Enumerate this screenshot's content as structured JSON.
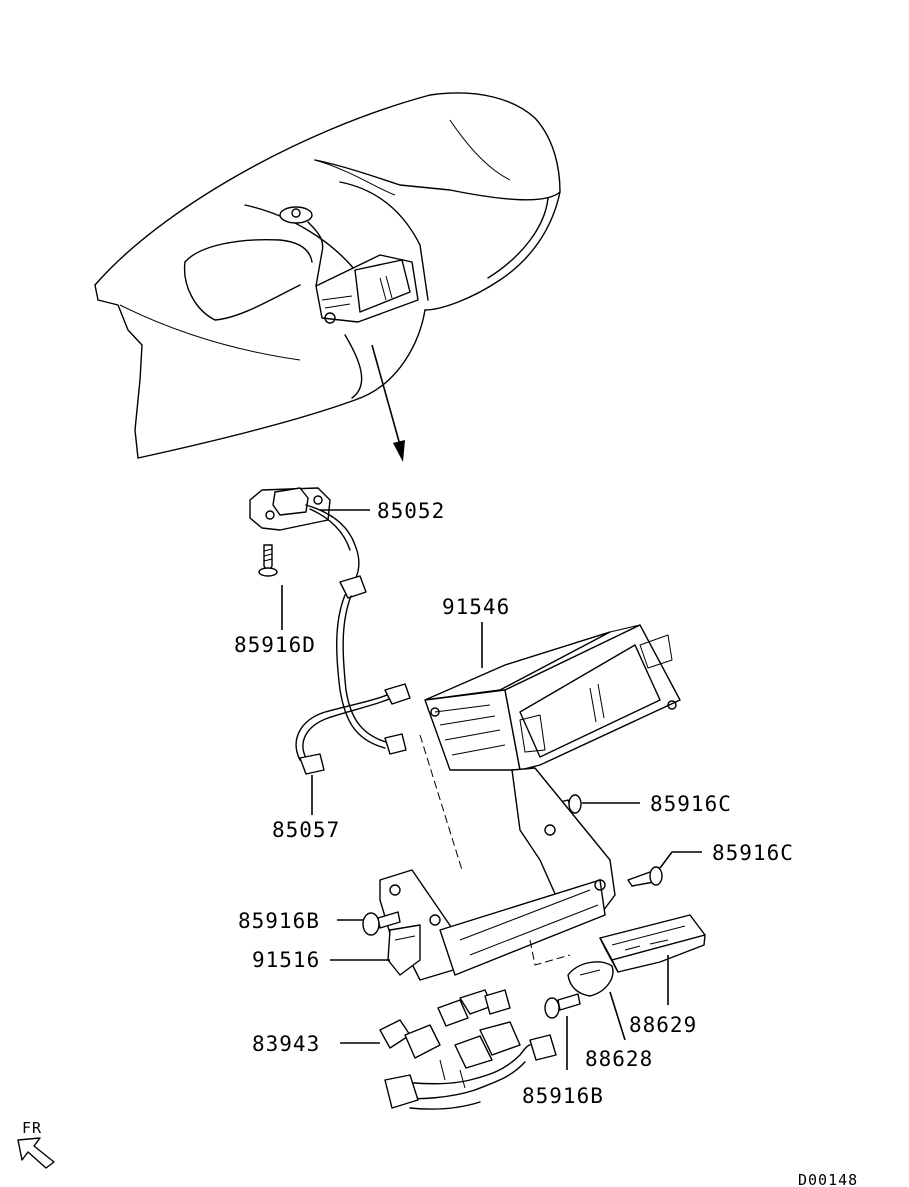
{
  "diagram": {
    "parts": [
      {
        "id": "p1",
        "number": "85052"
      },
      {
        "id": "p2",
        "number": "85916D"
      },
      {
        "id": "p3",
        "number": "91546"
      },
      {
        "id": "p4",
        "number": "85057"
      },
      {
        "id": "p5",
        "number": "85916C"
      },
      {
        "id": "p6",
        "number": "85916C"
      },
      {
        "id": "p7",
        "number": "85916B"
      },
      {
        "id": "p8",
        "number": "91516"
      },
      {
        "id": "p9",
        "number": "83943"
      },
      {
        "id": "p10",
        "number": "88629"
      },
      {
        "id": "p11",
        "number": "88628"
      },
      {
        "id": "p12",
        "number": "85916B"
      }
    ],
    "direction_label": "FR",
    "diagram_code": "D00148"
  }
}
